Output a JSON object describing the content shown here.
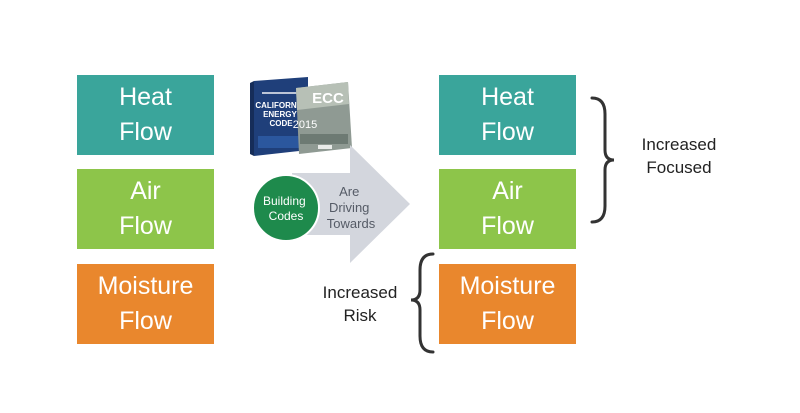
{
  "left_boxes": [
    {
      "text": "Heat\nFlow"
    },
    {
      "text": "Air\nFlow"
    },
    {
      "text": "Moisture\nFlow"
    }
  ],
  "right_boxes": [
    {
      "text": "Heat\nFlow"
    },
    {
      "text": "Air\nFlow"
    },
    {
      "text": "Moisture\nFlow"
    }
  ],
  "circle_label": "Building\nCodes",
  "arrow_label": "Are\nDriving\nTowards",
  "focus_label": "Increased\nFocused",
  "risk_label": "Increased\nRisk",
  "book_front": {
    "title": "ECC",
    "year": "2015"
  },
  "book_back": {
    "title": "CALIFORNIA\nENERGY\nCODE"
  },
  "colors": {
    "heat": "#3aa59b",
    "air": "#8dc54a",
    "moisture": "#e9872d",
    "circle": "#1e8a4c",
    "arrow": "#d3d6dd"
  }
}
